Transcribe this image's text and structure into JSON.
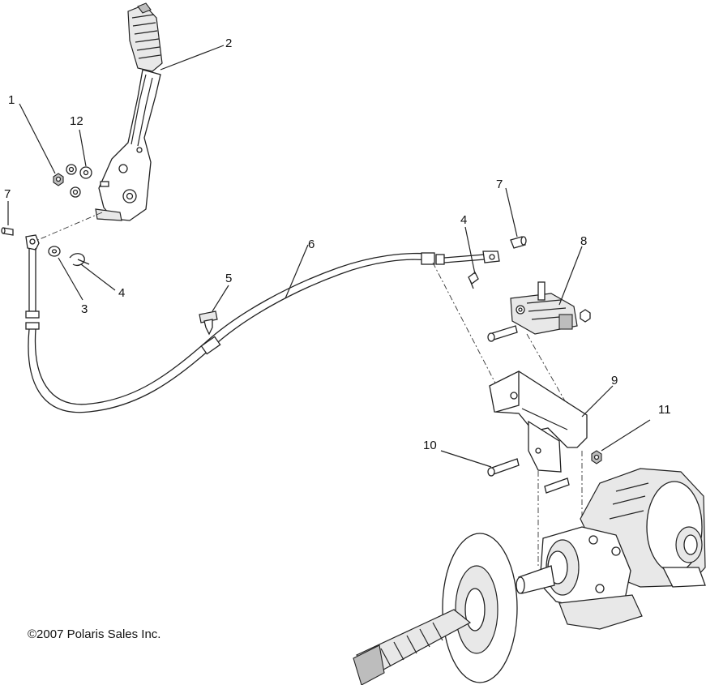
{
  "callouts": [
    {
      "id": "1",
      "text": "1"
    },
    {
      "id": "2",
      "text": "2"
    },
    {
      "id": "3",
      "text": "3"
    },
    {
      "id": "4a",
      "text": "4"
    },
    {
      "id": "4b",
      "text": "4"
    },
    {
      "id": "5",
      "text": "5"
    },
    {
      "id": "6",
      "text": "6"
    },
    {
      "id": "7a",
      "text": "7"
    },
    {
      "id": "7b",
      "text": "7"
    },
    {
      "id": "8",
      "text": "8"
    },
    {
      "id": "9",
      "text": "9"
    },
    {
      "id": "10",
      "text": "10"
    },
    {
      "id": "11",
      "text": "11"
    },
    {
      "id": "12",
      "text": "12"
    }
  ],
  "copyright": "©2007 Polaris Sales Inc."
}
